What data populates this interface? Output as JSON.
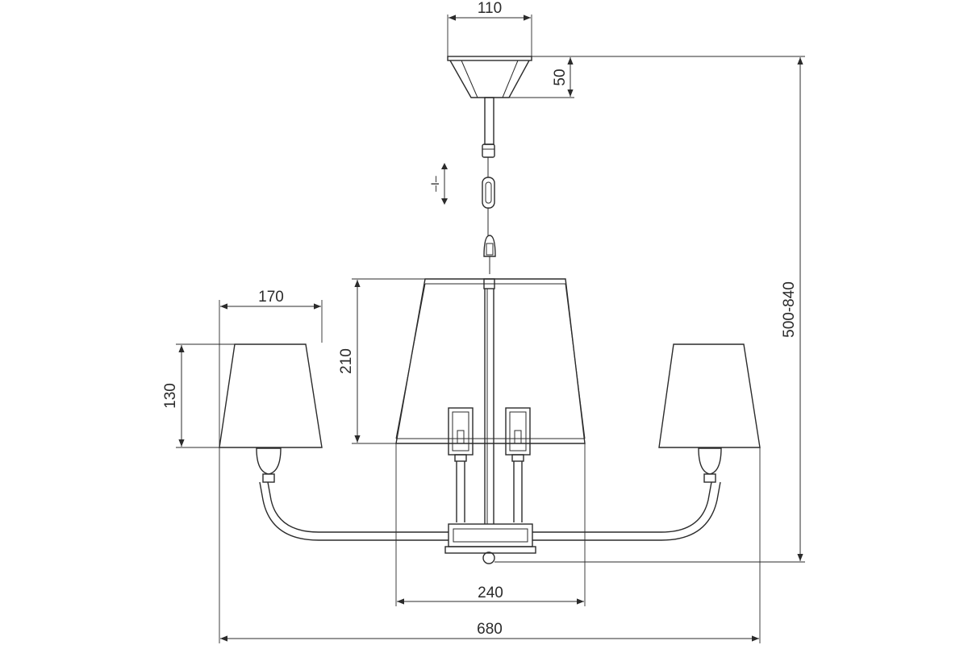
{
  "dimensions": {
    "canopy_width": "110",
    "canopy_height": "50",
    "chain_adjust_symbol": "–I–",
    "overall_height": "500-840",
    "small_shade_width": "170",
    "small_shade_height": "130",
    "center_shade_height": "210",
    "center_shade_width": "240",
    "overall_width": "680"
  },
  "colors": {
    "line": "#2b2b2b",
    "background": "#ffffff"
  }
}
